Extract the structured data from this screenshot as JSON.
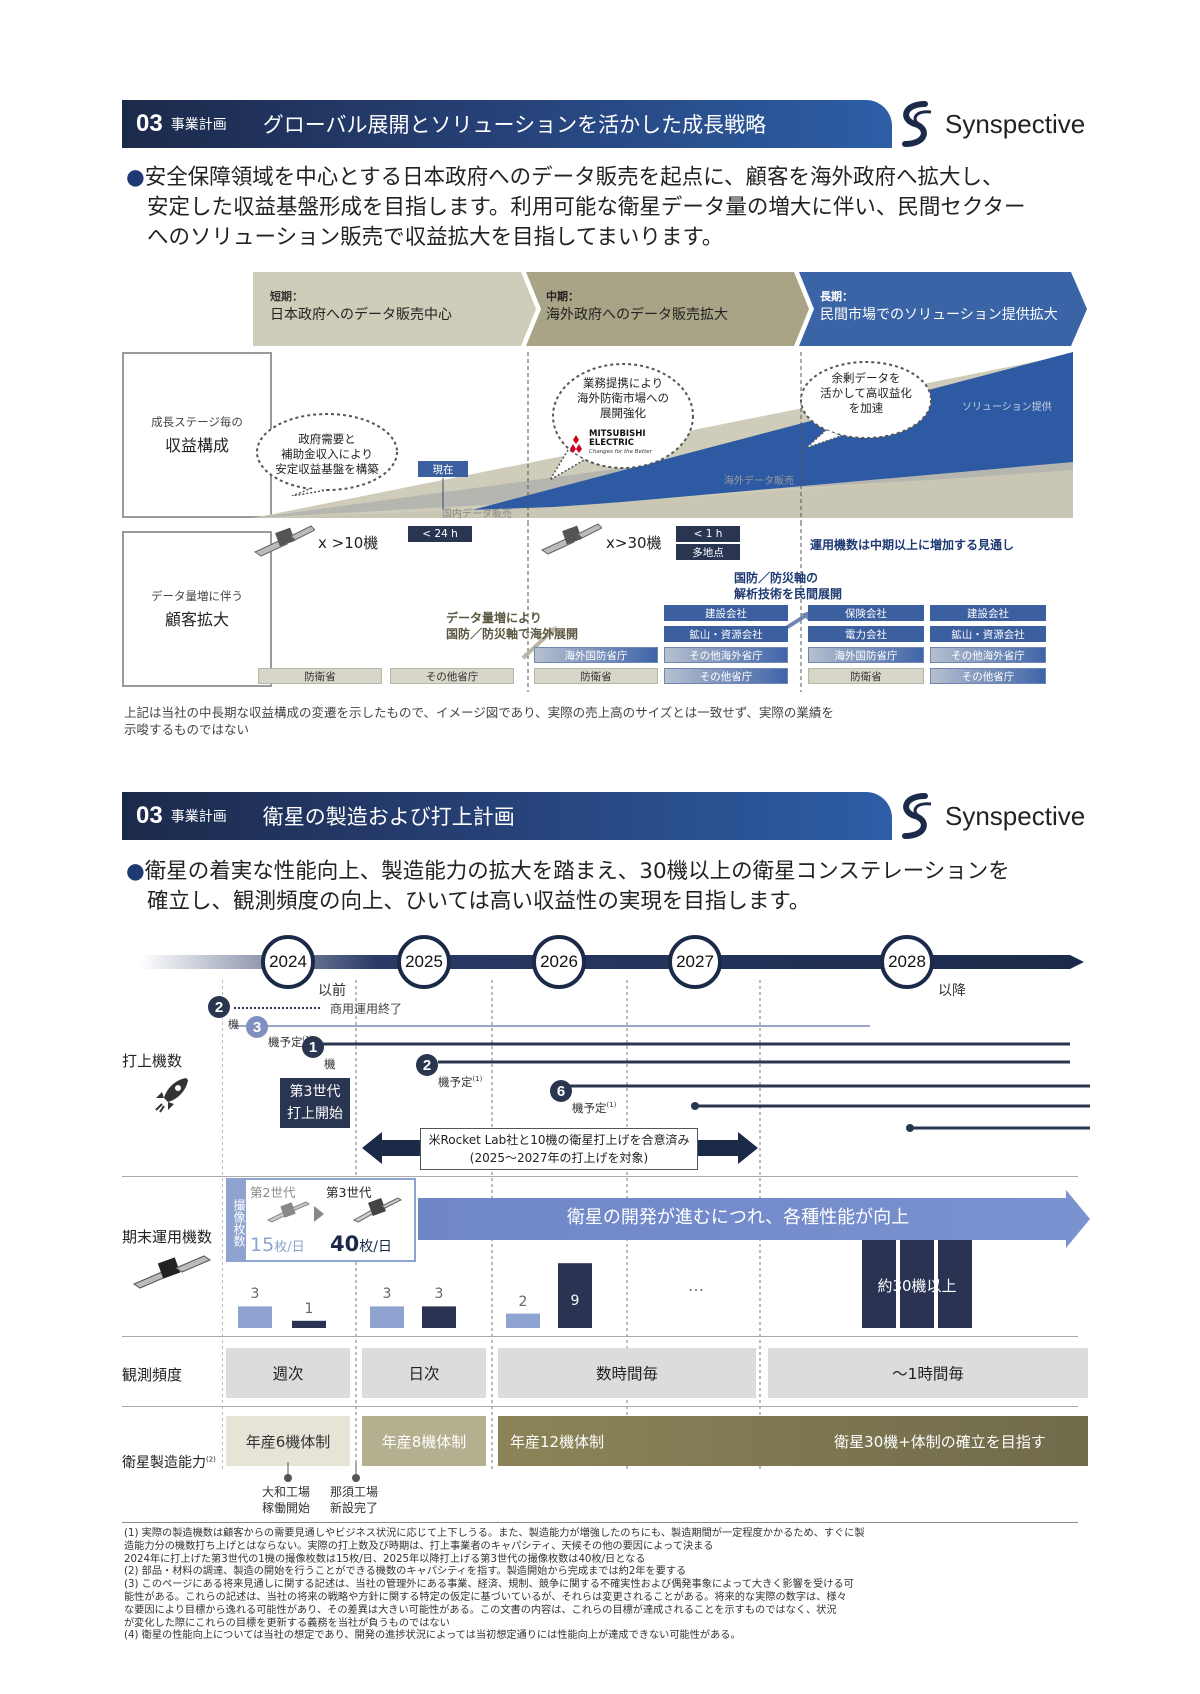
{
  "section1": {
    "num": "03",
    "section_label": "事業計画",
    "title": "グローバル展開とソリューションを活かした成長戦略",
    "brand": "Synspective",
    "lead_bullet": "●",
    "lead_lines": [
      "安全保障領域を中心とする日本政府へのデータ販売を起点に、顧客を海外政府へ拡大し、",
      "安定した収益基盤形成を目指します。利用可能な衛星データ量の増大に伴い、民間セクター",
      "へのソリューション販売で収益拡大を目指してまいります。"
    ],
    "phases": [
      {
        "term": "短期：",
        "desc": "日本政府へのデータ販売中心"
      },
      {
        "term": "中期：",
        "desc": "海外政府へのデータ販売拡大"
      },
      {
        "term": "長期：",
        "desc": "民間市場でのソリューション提供拡大"
      }
    ],
    "row1_label_small": "成長ステージ毎の",
    "row1_label_big": "収益構成",
    "row2_label_small": "データ量増に伴う",
    "row2_label_big": "顧客拡大",
    "bubble1": [
      "政府需要と",
      "補助金収入により",
      "安定収益基盤を構築"
    ],
    "bubble2": [
      "業務提携により",
      "海外防衛市場への",
      "展開強化"
    ],
    "bubble3": [
      "余剰データを",
      "活かして高収益化",
      "を加速"
    ],
    "mitsubishi": {
      "line1": "MITSUBISHI",
      "line2": "ELECTRIC",
      "line3": "Changes for the Better"
    },
    "genzai": "現在",
    "area_labels": {
      "domestic": "国内データ販売",
      "overseas": "海外データ販売",
      "solution": "ソリューション提供"
    },
    "sat1": {
      "count": "x >10機",
      "revisit": "< 24 h"
    },
    "sat2": {
      "count": "x>30機",
      "revisit": "< 1 h",
      "multi": "多地点"
    },
    "ops_note": "運用機数は中期以上に増加する見通し",
    "note_mid": [
      "データ量増により",
      "国防／防災軸で海外展開"
    ],
    "note_long": [
      "国防／防災軸の",
      "解析技術を民間展開"
    ],
    "customers": {
      "short": [
        "防衛省",
        "その他省庁"
      ],
      "mid": [
        "防衛省",
        "その他省庁",
        "海外国防省庁",
        "その他海外省庁",
        "鉱山・資源会社",
        "建設会社"
      ],
      "long": [
        "防衛省",
        "その他省庁",
        "海外国防省庁",
        "その他海外省庁",
        "電力会社",
        "鉱山・資源会社",
        "保険会社",
        "建設会社"
      ]
    },
    "disclaimer": [
      "上記は当社の中長期な収益構成の変遷を示したもので、イメージ図であり、実際の売上高のサイズとは一致せず、実際の業績を",
      "示唆するものではない"
    ]
  },
  "section2": {
    "num": "03",
    "section_label": "事業計画",
    "title": "衛星の製造および打上計画",
    "brand": "Synspective",
    "lead_bullet": "●",
    "lead_lines": [
      "衛星の着実な性能向上、製造能力の拡大を踏まえ、30機以上の衛星コンステレーションを",
      "確立し、観測頻度の向上、ひいては高い収益性の実現を目指します。"
    ],
    "years": [
      "2024",
      "2025",
      "2026",
      "2027",
      "2028"
    ],
    "year_before": "以前",
    "year_after": "以降",
    "launch_label": "打上機数",
    "ops_label": "期末運用機数",
    "freq_label": "観測頻度",
    "cap_label": "衛星製造能力",
    "cap_sup": "(2)",
    "launches": [
      {
        "num": "2",
        "text": "商用運用終了",
        "unit": "機"
      },
      {
        "num": "3",
        "text": "機予定",
        "sup": "(1)"
      },
      {
        "num": "1",
        "text": "機"
      },
      {
        "num": "2",
        "text": "機予定",
        "sup": "(1)"
      },
      {
        "num": "6",
        "text": "機予定",
        "sup": "(1)"
      }
    ],
    "gen3_start": [
      "第3世代",
      "打上開始"
    ],
    "rocketlab": [
      "米Rocket Lab社と10機の衛星打上げを合意済み",
      "(2025～2027年の打上げを対象)"
    ],
    "imaging": {
      "label": "撮像枚数",
      "gen2": "第2世代",
      "gen3": "第3世代",
      "gen2_rate_num": "15",
      "gen2_rate_unit": "枚/日",
      "gen3_rate_num": "40",
      "gen3_rate_unit": "枚/日"
    },
    "perf_arrow": "衛星の開発が進むにつれ、各種性能が向上",
    "ops_values": [
      {
        "label": "3",
        "value": 3,
        "kind": "gen2"
      },
      {
        "label": "1",
        "value": 1,
        "kind": "gen3"
      },
      {
        "label": "3",
        "value": 3,
        "kind": "gen2"
      },
      {
        "label": "3",
        "value": 3,
        "kind": "gen3"
      },
      {
        "label": "2",
        "value": 2,
        "kind": "gen2"
      },
      {
        "label": "9",
        "value": 9,
        "kind": "gen3"
      }
    ],
    "ops_ellipsis": "…",
    "ops_final": "約30機以上",
    "freq": [
      "週次",
      "日次",
      "数時間毎",
      "～1時間毎"
    ],
    "capacity": [
      "年産6機体制",
      "年産8機体制",
      "年産12機体制",
      "衛星30機+体制の確立を目指す"
    ],
    "factories": [
      {
        "line1": "大和工場",
        "line2": "稼働開始"
      },
      {
        "line1": "那須工場",
        "line2": "新設完了"
      }
    ],
    "footnotes": [
      "(1)  実際の製造機数は顧客からの需要見通しやビジネス状況に応じて上下しうる。また、製造能力が増強したのちにも、製造期間が一定程度かかるため、すぐに製",
      "      造能力分の機数打ち上げとはならない。実際の打上数及び時期は、打上事業者のキャパシティ、天候その他の要因によって決まる",
      "      2024年に打上げた第3世代の1機の撮像枚数は15枚/日、2025年以降打上げる第3世代の撮像枚数は40枚/日となる",
      "(2)  部品・材料の調達、製造の開始を行うことができる機数のキャパシティを指す。製造開始から完成までは約2年を要する",
      "(3)  このページにある将来見通しに関する記述は、当社の管理外にある事業、経済、規制、競争に関する不確実性および偶発事象によって大きく影響を受ける可",
      "      能性がある。これらの記述は、当社の将来の戦略や方針に関する特定の仮定に基づいているが、それらは変更されることがある。将来的な実際の数字は、様々",
      "      な要因により目標から逸れる可能性があり、その差異は大きい可能性がある。この文書の内容は、これらの目標が達成されることを示すものではなく、状況",
      "      が変化した際にこれらの目標を更新する義務を当社が負うものではない",
      "(4)  衛星の性能向上については当社の想定であり、開発の進捗状況によっては当初想定通りには性能向上が達成できない可能性がある。"
    ]
  },
  "colors": {
    "navy": "#1c2a4a",
    "blue": "#3b5f9f",
    "khaki": "#cfcdb9",
    "olive": "#7e7650",
    "gen2": "#8fa3d1",
    "gen3": "#2a3352"
  }
}
